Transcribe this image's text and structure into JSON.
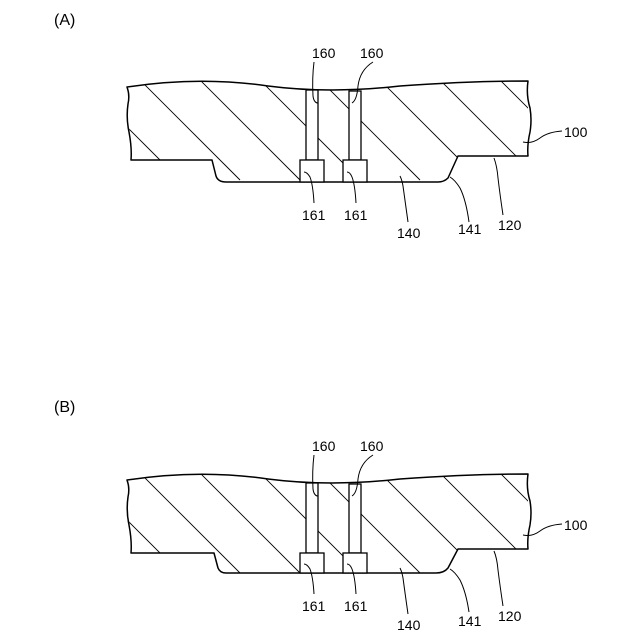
{
  "panels": [
    {
      "label": "(A)",
      "refs": {
        "plate": "100",
        "surface": "120",
        "boss": "140",
        "edge": "141",
        "hole_left": "160",
        "hole_right": "160",
        "counterbore_left": "161",
        "counterbore_right": "161"
      }
    },
    {
      "label": "(B)",
      "refs": {
        "plate": "100",
        "surface": "120",
        "boss": "140",
        "edge": "141",
        "hole_left": "160",
        "hole_right": "160",
        "counterbore_left": "161",
        "counterbore_right": "161"
      }
    }
  ]
}
